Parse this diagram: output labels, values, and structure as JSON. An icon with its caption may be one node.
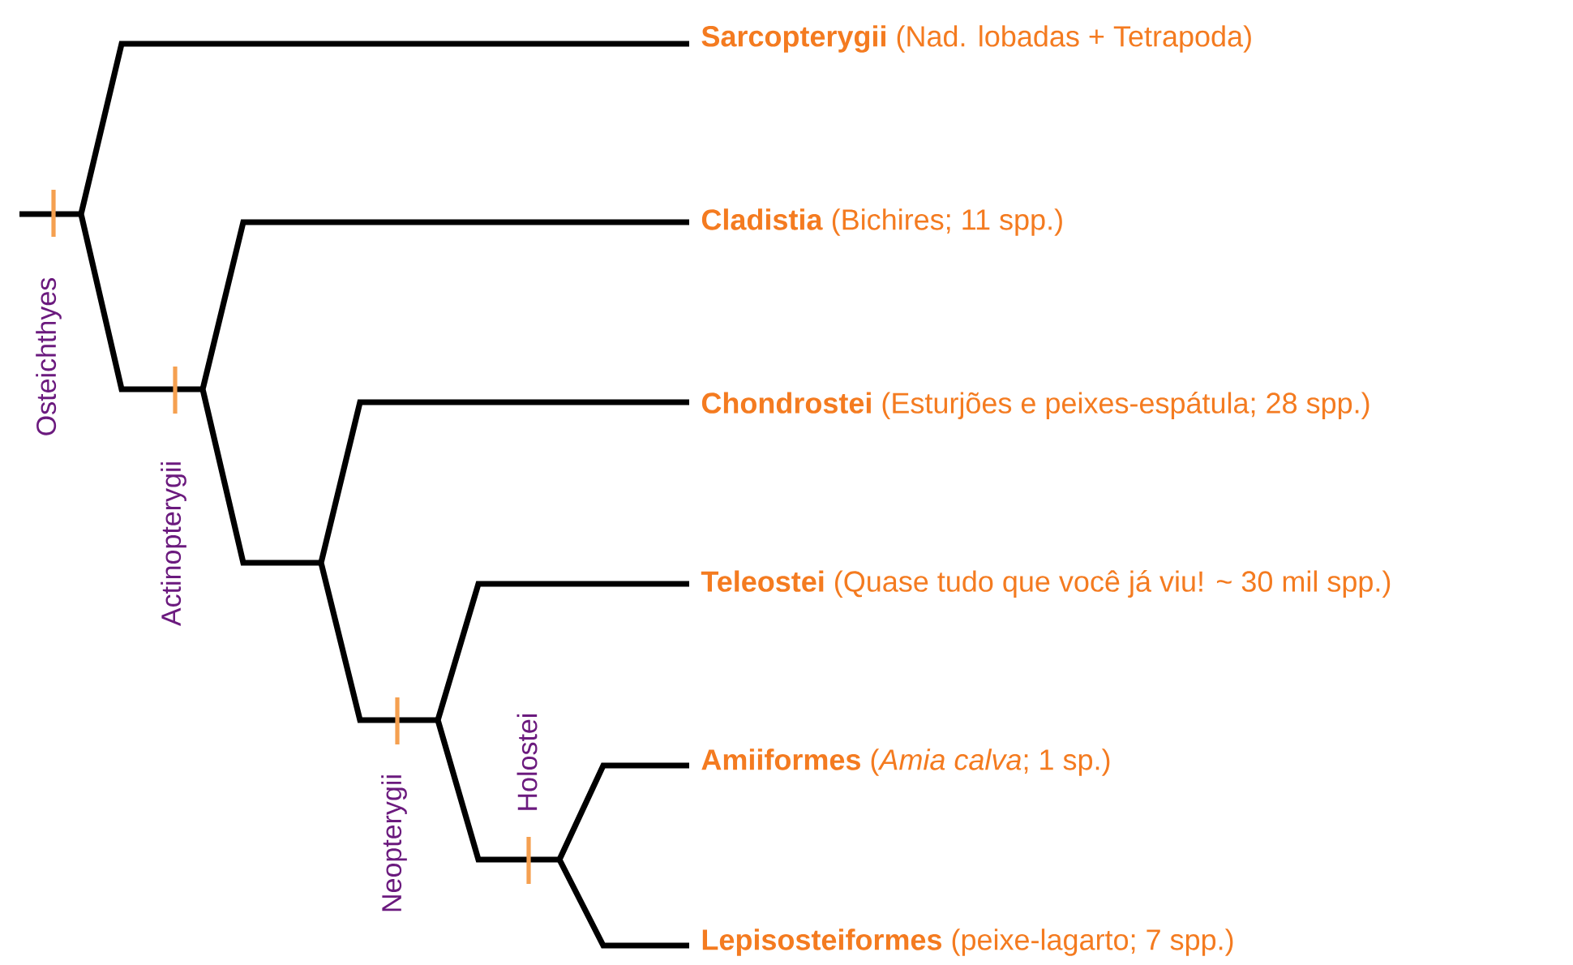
{
  "diagram": {
    "labels": [
      "**Sarcopterygii** (Nad. lobadas + Tetrapoda)",
      "**Cladistia** (Bichires; 11 spp.)",
      "**Chondrostei** (Esturjões e peixes-espátula; 28 spp.)",
      "**Teleostei** (Quase tudo que você já viu! ~ 30 mil spp.)",
      "**Amiiformes** (*Amia calva*; 1 sp.)",
      "**Lepisosteiformes** (peixe-lagarto; 7 spp.)",
      "Osteichthyes",
      "Actinopterygii",
      "Neopterygii",
      "Holostei"
    ]
  }
}
